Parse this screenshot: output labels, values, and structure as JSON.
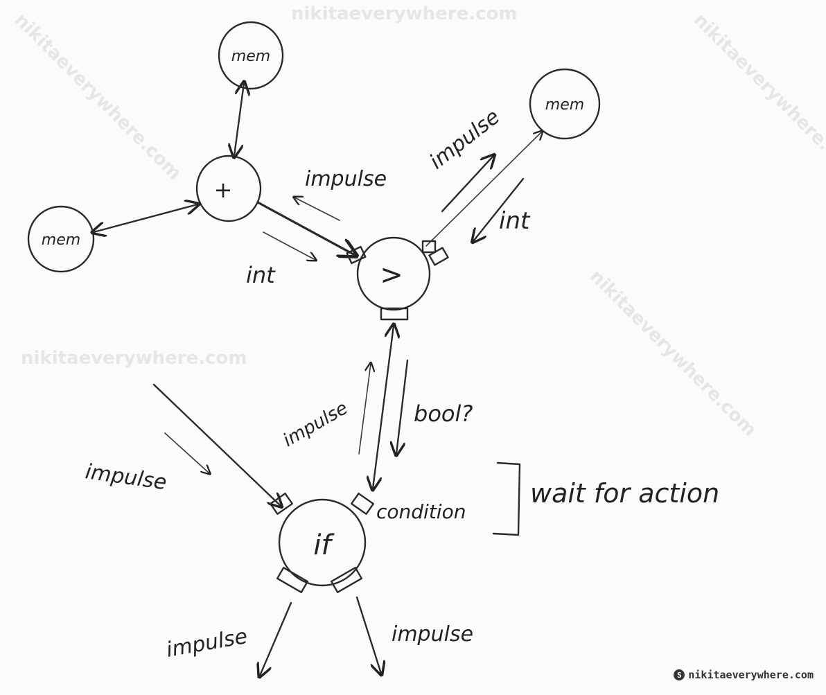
{
  "nodes": {
    "mem_top": "mem",
    "mem_right": "mem",
    "mem_left": "mem",
    "plus": "+",
    "greater": ">",
    "if": "if"
  },
  "labels": {
    "impulse_plus_to_gt": "impulse",
    "int_plus_to_gt": "int",
    "impulse_to_mem_right": "impulse",
    "int_from_mem_right": "int",
    "impulse_if_to_gt": "impulse",
    "bool": "bool?",
    "impulse_into_if": "impulse",
    "condition": "condition",
    "wait_for_action": "wait for action",
    "impulse_out_left": "impulse",
    "impulse_out_right": "impulse"
  },
  "watermark": "nikitaeverywhere.com",
  "credit": "nikitaeverywhere.com"
}
